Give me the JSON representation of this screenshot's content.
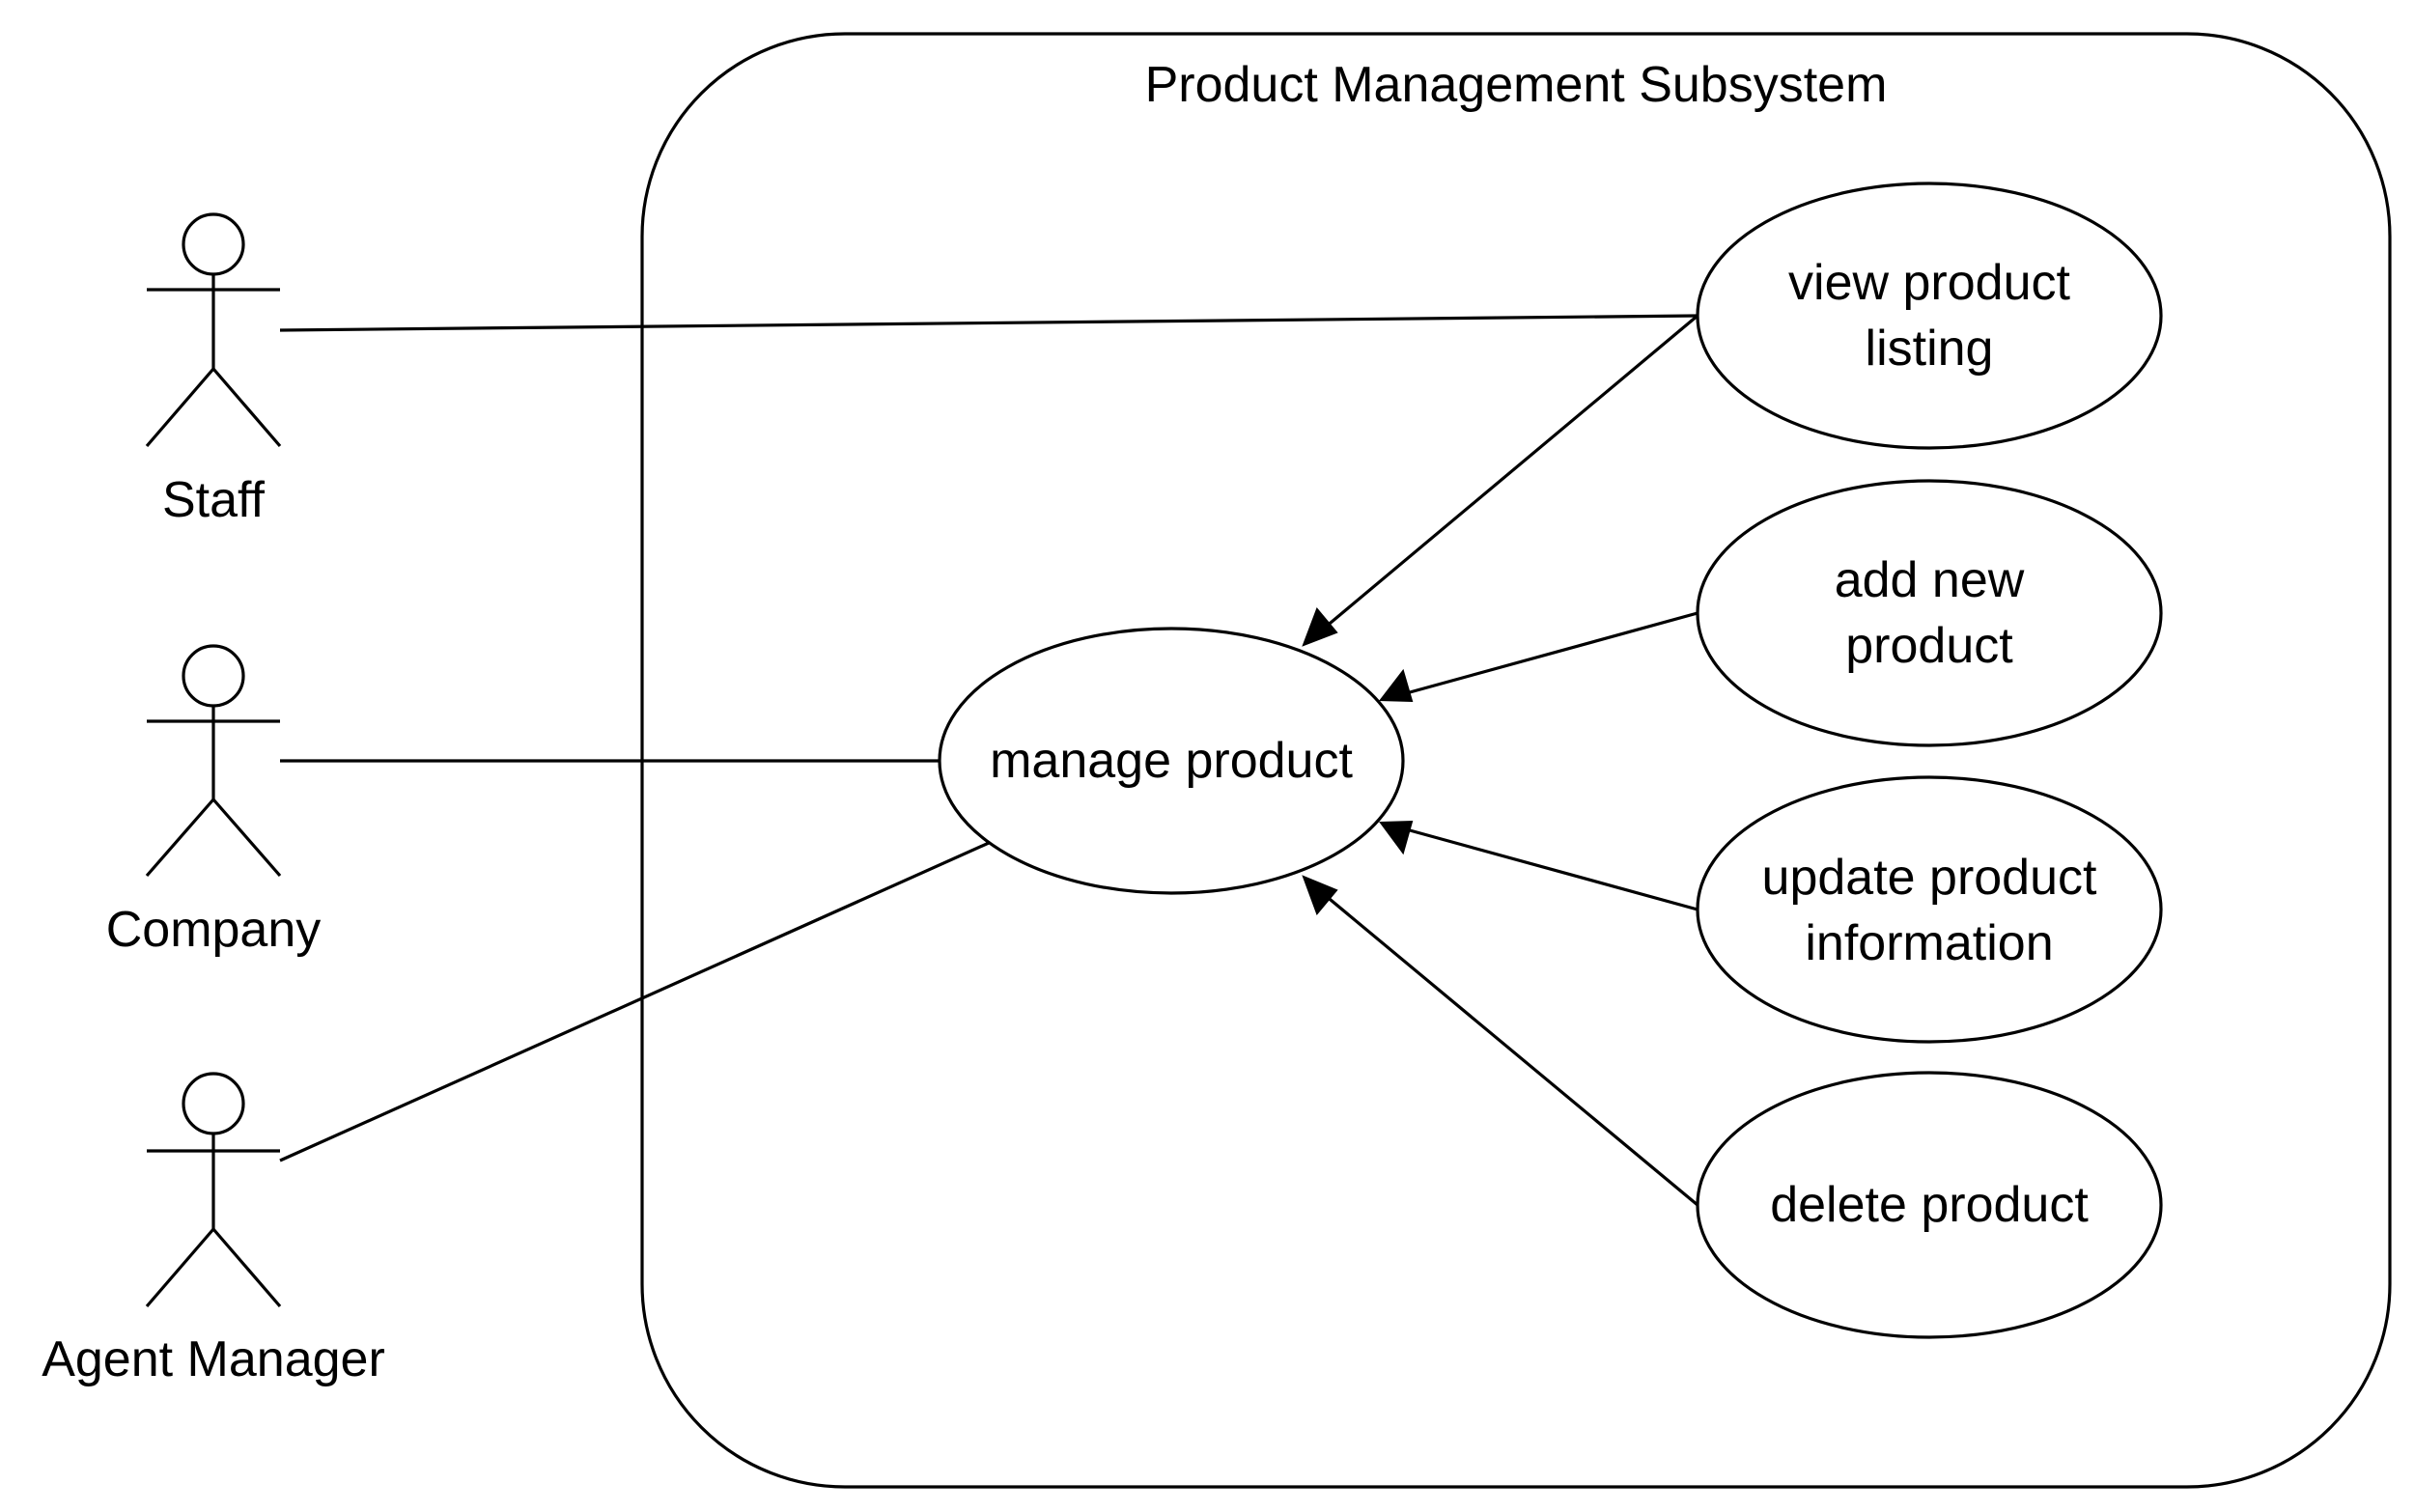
{
  "diagram": {
    "type": "uml-use-case",
    "system": {
      "title": "Product Management Subsystem"
    },
    "actors": [
      {
        "id": "staff",
        "name": "Staff"
      },
      {
        "id": "company",
        "name": "Company"
      },
      {
        "id": "agent_manager",
        "name": "Agent Manager"
      }
    ],
    "use_cases": [
      {
        "id": "manage_product",
        "lines": [
          "manage product"
        ]
      },
      {
        "id": "view_listing",
        "lines": [
          "view product",
          "listing"
        ]
      },
      {
        "id": "add_product",
        "lines": [
          "add new",
          "product"
        ]
      },
      {
        "id": "update_product",
        "lines": [
          "update product",
          "information"
        ]
      },
      {
        "id": "delete_product",
        "lines": [
          "delete product"
        ]
      }
    ],
    "associations": [
      {
        "actor": "staff",
        "use_case": "view_listing"
      },
      {
        "actor": "company",
        "use_case": "manage_product"
      },
      {
        "actor": "agent_manager",
        "use_case": "manage_product"
      }
    ],
    "generalizations": [
      {
        "from": "view_listing",
        "to": "manage_product"
      },
      {
        "from": "add_product",
        "to": "manage_product"
      },
      {
        "from": "update_product",
        "to": "manage_product"
      },
      {
        "from": "delete_product",
        "to": "manage_product"
      }
    ],
    "line_color": "#000000",
    "background_color": "#ffffff"
  }
}
